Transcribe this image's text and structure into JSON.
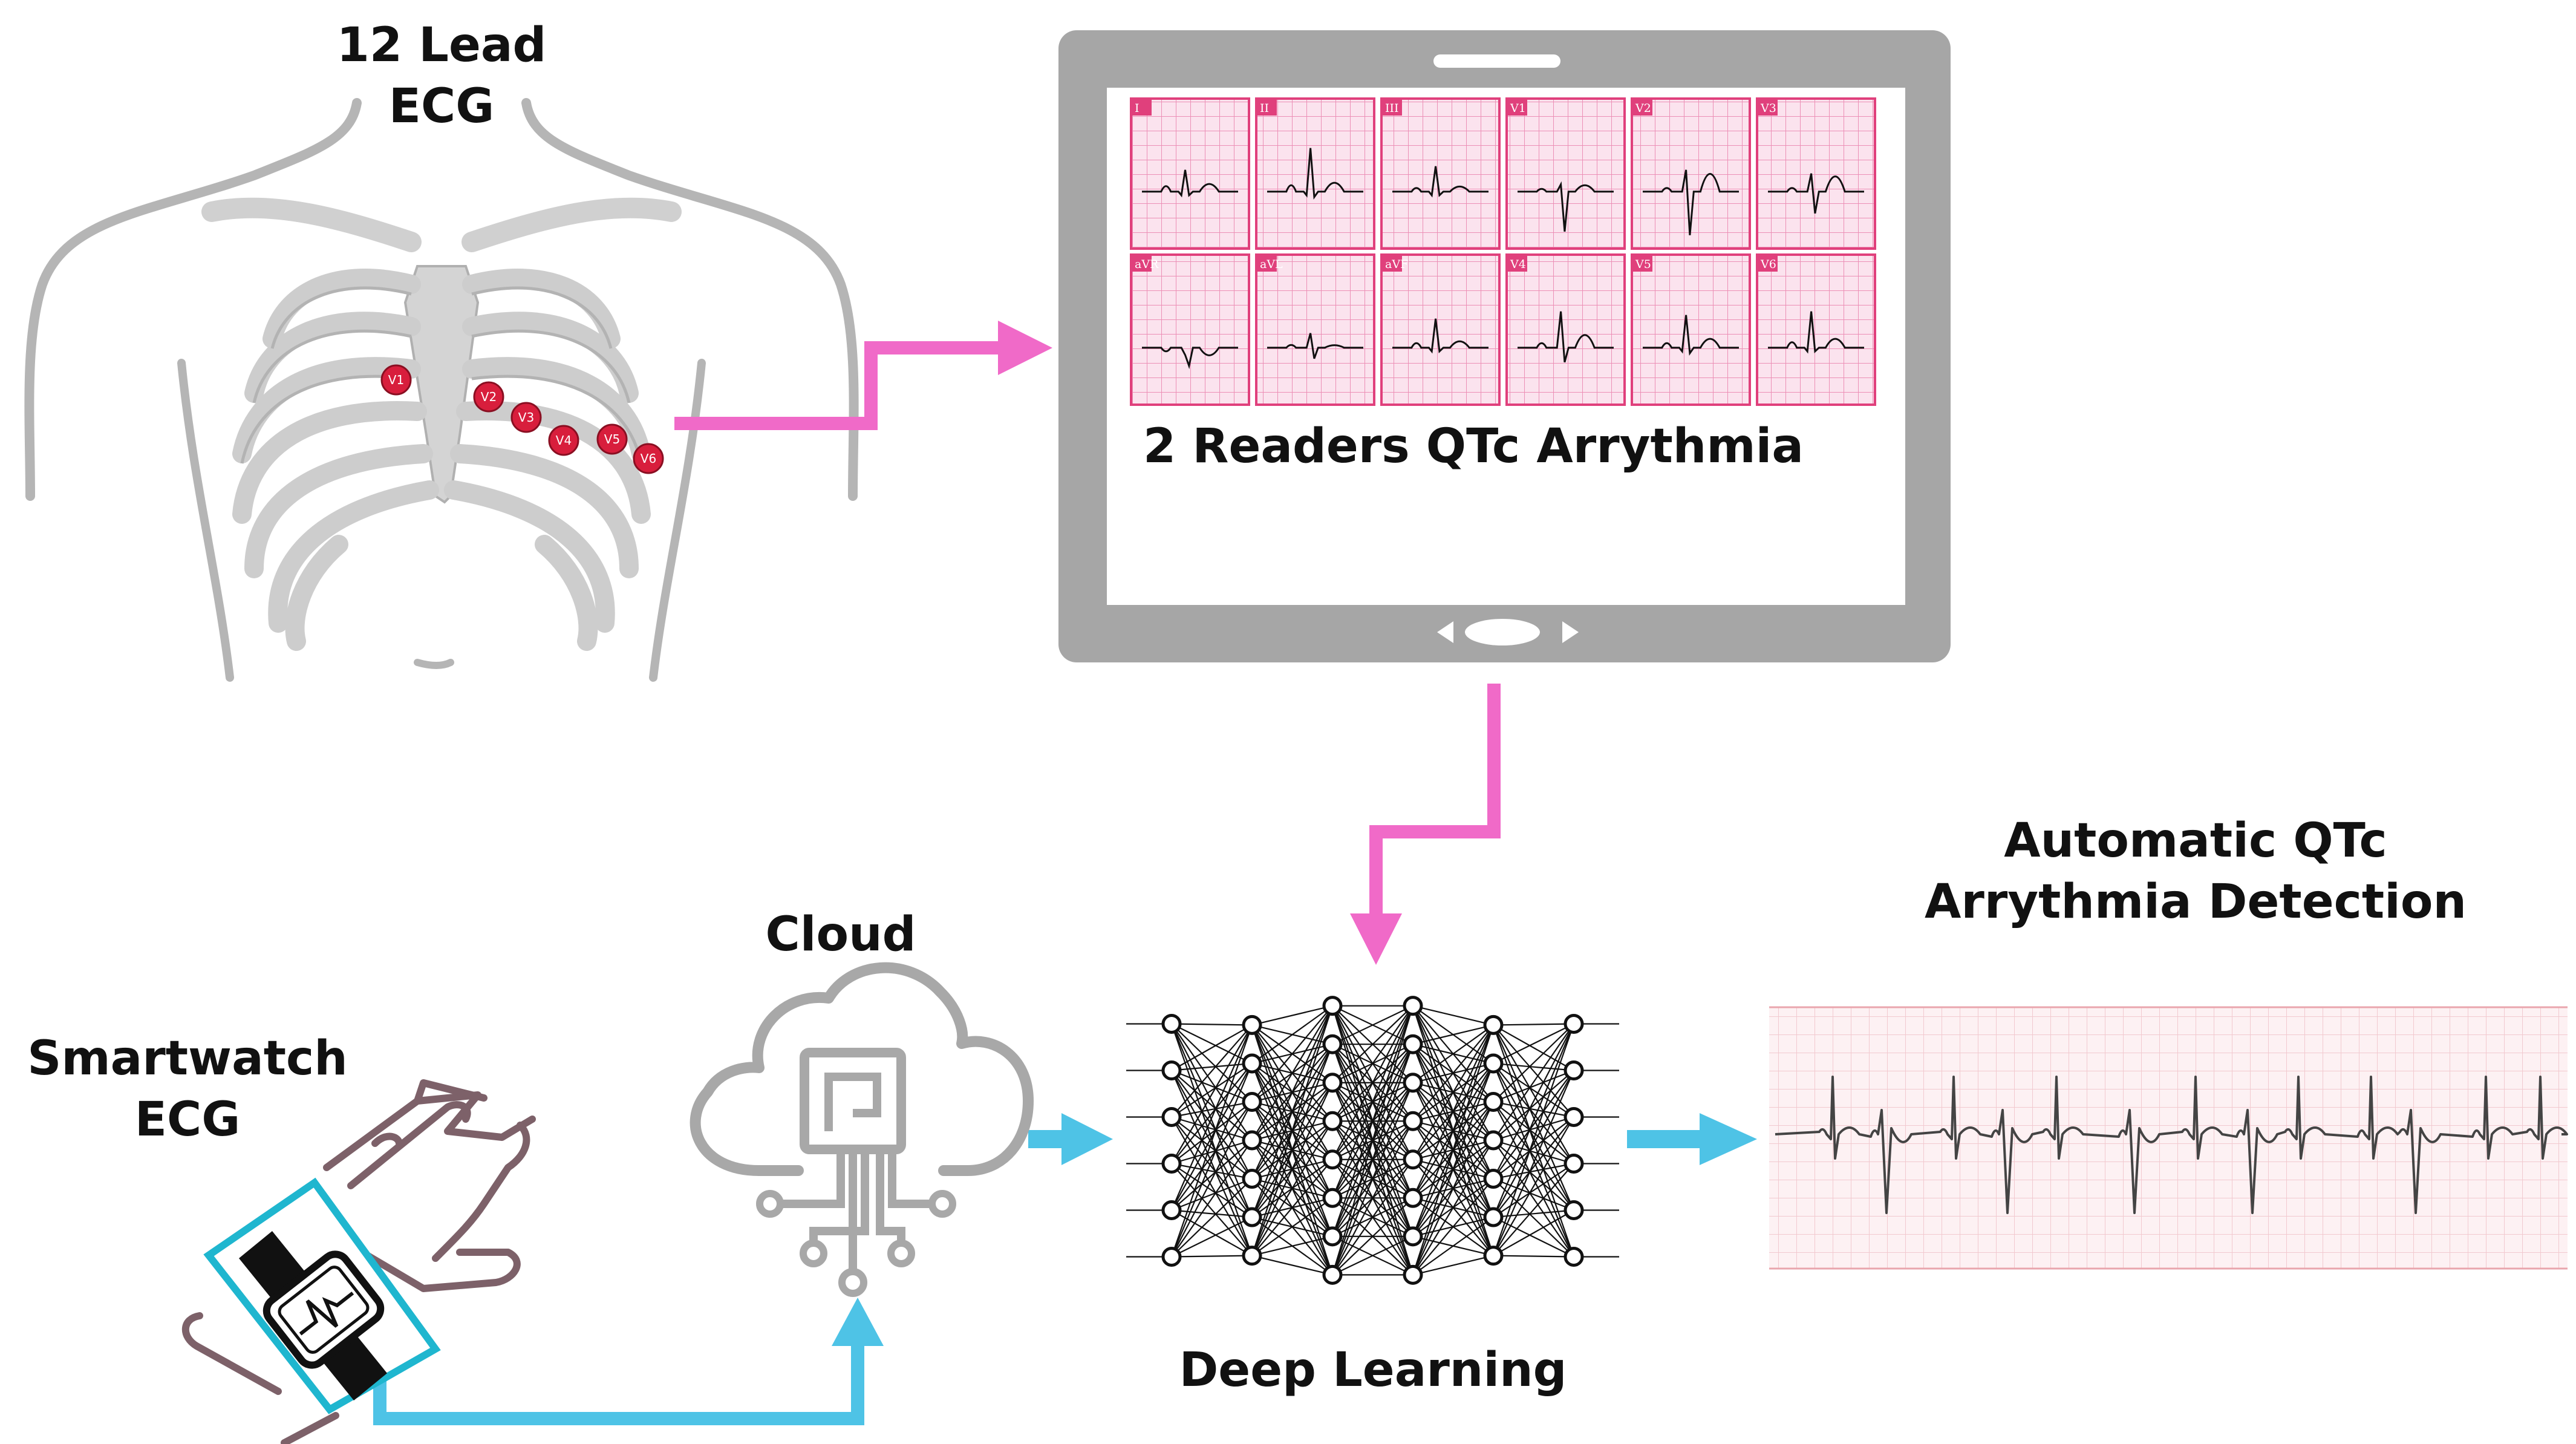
{
  "labels": {
    "lead12_line1": "12 Lead",
    "lead12_line2": "ECG",
    "tablet_caption": "2 Readers QTc Arrythmia",
    "cloud": "Cloud",
    "smartwatch_line1": "Smartwatch",
    "smartwatch_line2": "ECG",
    "deep_learning": "Deep Learning",
    "output_line1": "Automatic QTc",
    "output_line2": "Arrythmia Detection"
  },
  "electrodes": [
    "V1",
    "V2",
    "V3",
    "V4",
    "V5",
    "V6"
  ],
  "ecg_leads": [
    "I",
    "II",
    "III",
    "V1",
    "V2",
    "V3",
    "aVR",
    "aVL",
    "aVF",
    "V4",
    "V5",
    "V6"
  ],
  "neural_network": {
    "layer_sizes": [
      6,
      7,
      8,
      8,
      7,
      6
    ]
  },
  "colors": {
    "pink_arrow": "#f06ac8",
    "blue_arrow": "#4ec3e6",
    "electrode": "#d81e3c",
    "tablet": "#a6a6a6",
    "ecg_paper": "#fbe3ee",
    "ecg_grid": "#e0407c",
    "watch_frame": "#1fb6cf"
  }
}
